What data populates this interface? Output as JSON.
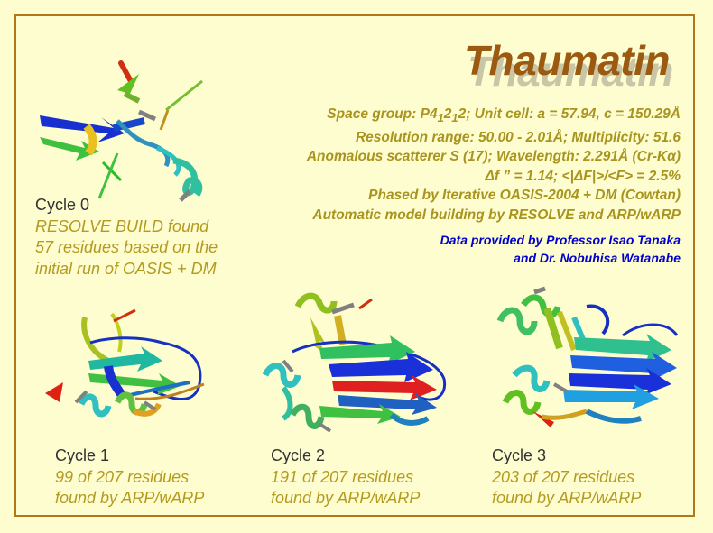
{
  "title": "Thaumatin",
  "info": {
    "line1": {
      "pre": "Space group: P4",
      "sub1": "1",
      "mid": "2",
      "sub2": "1",
      "post": "2; Unit cell: a = 57.94, c = 150.29Å"
    },
    "line2": "Resolution range: 50.00 - 2.01Å; Multiplicity: 51.6",
    "line3": {
      "pre": "Anomalous scatterer S (17); Wavelength: 2.291Å (Cr-K",
      "alpha": "α",
      "post": ")"
    },
    "line4": {
      "delta1": "Δ",
      "f": "f ” = 1.14; <|",
      "delta2": "Δ",
      "rest": "F|>/<F> = 2.5%"
    },
    "line5": "Phased by Iterative OASIS-2004 + DM (Cowtan)",
    "line6": "Automatic model building by RESOLVE and ARP/wARP"
  },
  "credit": {
    "line1": "Data provided by Professor Isao Tanaka",
    "line2": "and Dr. Nobuhisa Watanabe"
  },
  "cycles": [
    {
      "label": "Cycle 0",
      "lines": [
        "RESOLVE BUILD found",
        "57 residues based on the",
        "initial run of OASIS + DM"
      ]
    },
    {
      "label": "Cycle 1",
      "lines": [
        "99 of 207 residues",
        "found by ARP/wARP"
      ]
    },
    {
      "label": "Cycle 2",
      "lines": [
        "191 of 207 residues",
        "found by ARP/wARP"
      ]
    },
    {
      "label": "Cycle 3",
      "lines": [
        "203 of 207 residues",
        "found by ARP/wARP"
      ]
    }
  ],
  "colors": {
    "background": "#fefdd0",
    "frame": "#b07818",
    "title": "#9c5a10",
    "info_text": "#a8941e",
    "credit_text": "#0000cc",
    "caption_text": "#b49a20"
  }
}
